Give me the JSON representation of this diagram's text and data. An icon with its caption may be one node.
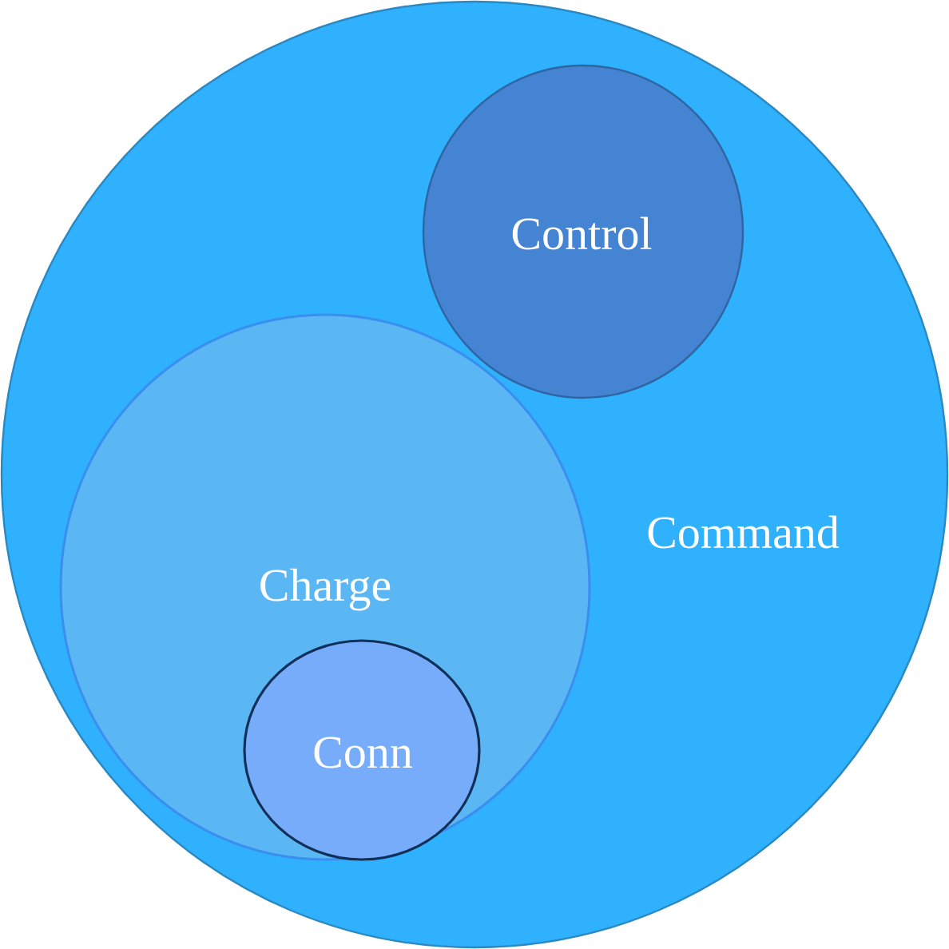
{
  "diagram": {
    "nodes": [
      {
        "text": [
          "Command"
        ]
      },
      {
        "text": [
          "Control"
        ],
        "in": 0
      },
      {
        "text": [
          "Charge"
        ],
        "in": 0
      },
      {
        "text": [
          "Conn"
        ],
        "in": 2
      }
    ]
  }
}
